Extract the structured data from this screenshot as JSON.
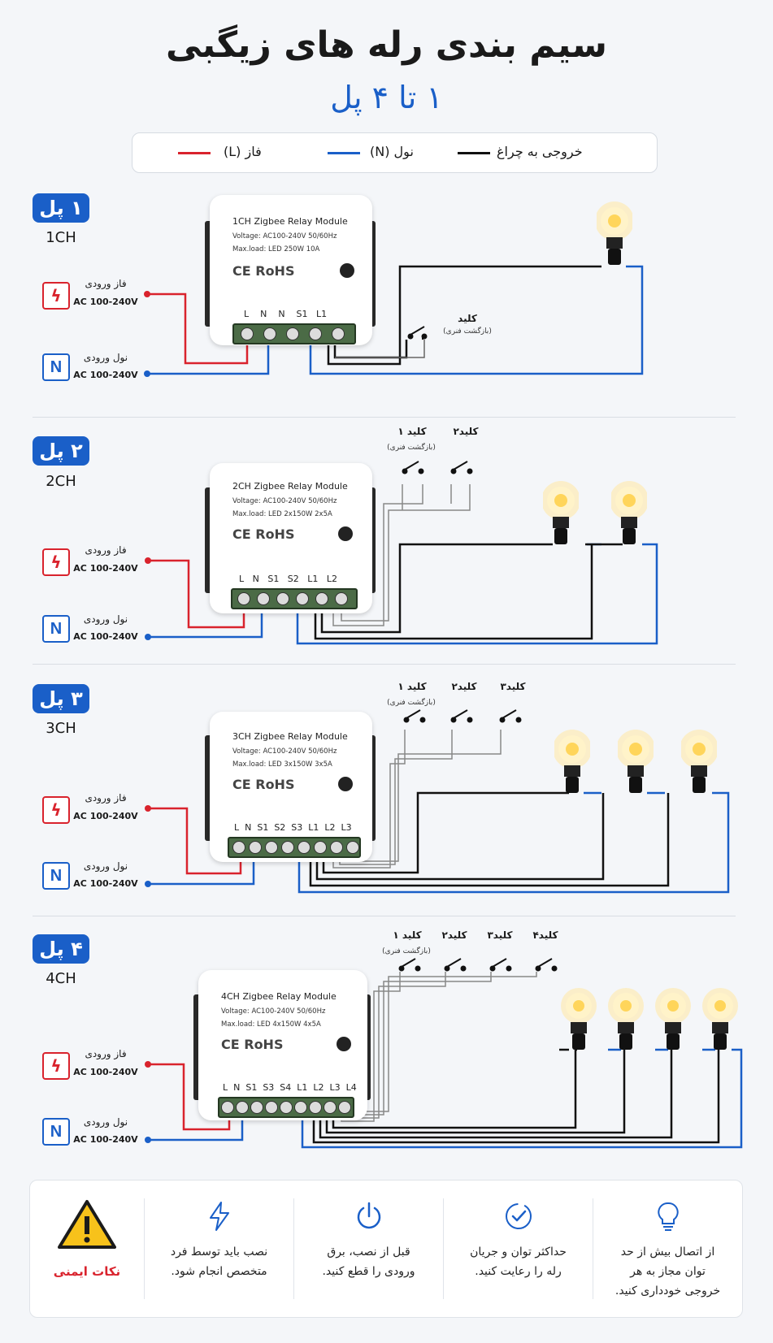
{
  "title": "سیم بندی رله های زیگبی",
  "subtitle": "۱ تا ۴ پل",
  "legend": {
    "phase": "فاز (L)",
    "neutral": "نول (N)",
    "output": "خروجی به چراغ",
    "colors": {
      "phase": "#d9232d",
      "neutral": "#1a5fc8",
      "output": "#111111"
    }
  },
  "inputs": {
    "phase_title": "فاز ورودی",
    "neutral_title": "نول ورودی",
    "voltage": "AC 100-240V",
    "neutral_letter": "N"
  },
  "sections": [
    {
      "badge": "۱ پل",
      "ch": "1CH",
      "module": {
        "name": "1CH Zigbee Relay Module",
        "voltage": "Voltage: AC100-240V 50/60Hz",
        "maxload": "Max.load: LED 250W 10A",
        "cert": "CE RoHS",
        "terminals": "L    N    N    S1   L1"
      },
      "switches": [
        {
          "label": "کلید",
          "sub": "(بازگشت فنری)"
        }
      ]
    },
    {
      "badge": "۲ پل",
      "ch": "2CH",
      "module": {
        "name": "2CH Zigbee Relay Module",
        "voltage": "Voltage: AC100-240V 50/60Hz",
        "maxload": "Max.load: LED 2x150W 2x5A",
        "cert": "CE RoHS",
        "terminals": "L   N   S1   S2   L1   L2"
      },
      "switches": [
        {
          "label": "کلید ۱",
          "sub": "(بازگشت فنری)"
        },
        {
          "label": "کلید۲",
          "sub": ""
        }
      ]
    },
    {
      "badge": "۳ پل",
      "ch": "3CH",
      "module": {
        "name": "3CH Zigbee Relay Module",
        "voltage": "Voltage: AC100-240V 50/60Hz",
        "maxload": "Max.load: LED 3x150W 3x5A",
        "cert": "CE RoHS",
        "terminals": "L  N  S1  S2  S3  L1  L2  L3"
      },
      "switches": [
        {
          "label": "کلید ۱",
          "sub": "(بازگشت فنری)"
        },
        {
          "label": "کلید۲",
          "sub": ""
        },
        {
          "label": "کلید۳",
          "sub": ""
        }
      ]
    },
    {
      "badge": "۴ پل",
      "ch": "4CH",
      "module": {
        "name": "4CH Zigbee Relay Module",
        "voltage": "Voltage: AC100-240V 50/60Hz",
        "maxload": "Max.load: LED 4x150W 4x5A",
        "cert": "CE RoHS",
        "terminals": "L  N  S1  S3  S4  L1  L2  L3  L4"
      },
      "switches": [
        {
          "label": "کلید ۱",
          "sub": "(بازگشت فنری)"
        },
        {
          "label": "کلید۲",
          "sub": ""
        },
        {
          "label": "کلید۳",
          "sub": ""
        },
        {
          "label": "کلید۴",
          "sub": ""
        }
      ]
    }
  ],
  "safety": {
    "heading": "نکات ایمنی",
    "items": [
      {
        "icon": "lightning-icon",
        "text": "نصب باید توسط فرد متخصص انجام شود."
      },
      {
        "icon": "power-icon",
        "text": "قبل از نصب، برق ورودی را قطع کنید."
      },
      {
        "icon": "check-badge-icon",
        "text": "حداکثر توان و جریان رله را رعایت کنید."
      },
      {
        "icon": "bulb-icon",
        "text": "از اتصال بیش از حد توان مجاز به هر خروجی خودداری کنید."
      }
    ]
  }
}
